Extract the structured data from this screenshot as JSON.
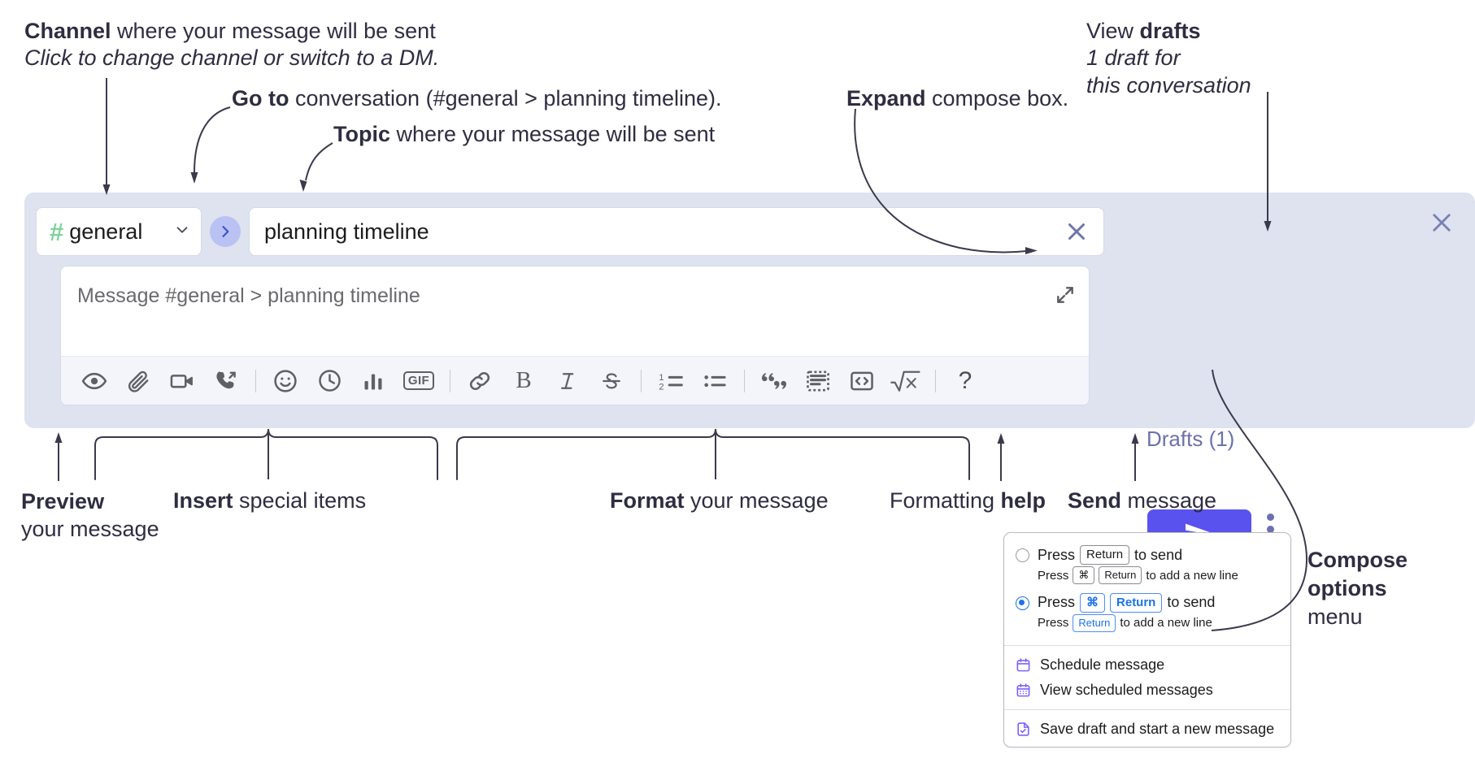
{
  "annotations": {
    "channel": {
      "bold": "Channel",
      "rest": " where your message will be sent",
      "italic": "Click to change channel or switch to a DM."
    },
    "goto": {
      "bold": "Go to",
      "rest": " conversation (#general > planning timeline)."
    },
    "topic": {
      "bold": "Topic",
      "rest": " where your message will be sent"
    },
    "expand": {
      "bold": "Expand",
      "rest": " compose box."
    },
    "drafts": {
      "lead": "View ",
      "bold": "drafts",
      "italic1": "1 draft for",
      "italic2": "this conversation"
    },
    "preview": {
      "bold": "Preview",
      "rest": "your message"
    },
    "insert": {
      "bold": "Insert",
      "rest": " special items"
    },
    "format": {
      "bold": "Format",
      "rest": " your message"
    },
    "help": {
      "lead": "Formatting ",
      "bold": "help"
    },
    "send": {
      "bold": "Send",
      "rest": " message"
    },
    "compose_options": {
      "bold1": "Compose",
      "bold2": "options",
      "rest": "menu"
    }
  },
  "compose": {
    "channel": {
      "name": "general",
      "hash_icon": "hash-icon",
      "chevron_icon": "chevron-down-icon"
    },
    "goto_button": {
      "icon": "chevron-right-icon"
    },
    "topic": {
      "value": "planning timeline",
      "clear_icon": "close-icon"
    },
    "message": {
      "placeholder": "Message #general > planning timeline",
      "value": "",
      "expand_icon": "expand-diagonal-icon"
    },
    "toolbar": [
      {
        "name": "preview-icon",
        "label": "Preview"
      },
      {
        "name": "attachment-icon",
        "label": "Attach file"
      },
      {
        "name": "video-icon",
        "label": "Record video clip"
      },
      {
        "name": "audio-call-icon",
        "label": "Record audio clip"
      },
      {
        "name": "divider-1",
        "label": ""
      },
      {
        "name": "emoji-icon",
        "label": "Emoji"
      },
      {
        "name": "clock-icon",
        "label": "Reminder"
      },
      {
        "name": "poll-icon",
        "label": "Poll"
      },
      {
        "name": "gif-icon",
        "label": "GIF"
      },
      {
        "name": "divider-2",
        "label": ""
      },
      {
        "name": "link-icon",
        "label": "Link"
      },
      {
        "name": "bold-icon",
        "label": "B"
      },
      {
        "name": "italic-icon",
        "label": "I"
      },
      {
        "name": "strikethrough-icon",
        "label": "S"
      },
      {
        "name": "divider-3",
        "label": ""
      },
      {
        "name": "ordered-list-icon",
        "label": "Ordered list"
      },
      {
        "name": "bulleted-list-icon",
        "label": "Bulleted list"
      },
      {
        "name": "divider-4",
        "label": ""
      },
      {
        "name": "blockquote-icon",
        "label": "Blockquote"
      },
      {
        "name": "code-block-icon",
        "label": "Code block"
      },
      {
        "name": "code-icon",
        "label": "Code"
      },
      {
        "name": "math-icon",
        "label": "Math"
      },
      {
        "name": "divider-5",
        "label": ""
      },
      {
        "name": "help-icon",
        "label": "?"
      }
    ],
    "rail": {
      "close_icon": "close-icon",
      "drafts_label": "Drafts (1)",
      "send_icon": "send-paperplane-icon",
      "kebab_icon": "more-options-vertical-icon"
    }
  },
  "popup": {
    "option1": {
      "selected": false,
      "press": "Press",
      "key": "Return",
      "tail": "to send",
      "sub_press": "Press",
      "sub_key1": "⌘",
      "sub_key2": "Return",
      "sub_tail": "to add a new line"
    },
    "option2": {
      "selected": true,
      "press": "Press",
      "key1": "⌘",
      "key2": "Return",
      "tail": "to send",
      "sub_press": "Press",
      "sub_key": "Return",
      "sub_tail": "to add a new line"
    },
    "items": [
      {
        "icon": "calendar-icon",
        "label": "Schedule message"
      },
      {
        "icon": "calendar-grid-icon",
        "label": "View scheduled messages"
      },
      {
        "icon": "save-draft-icon",
        "label": "Save draft and start a new message"
      }
    ]
  },
  "colors": {
    "panel_bg": "#dfe2ef",
    "accent_purple": "#5a52ee",
    "drafts_text": "#6b71ad",
    "hash_green": "#7ed39a",
    "goto_bg": "#b9c2f2",
    "menu_icon_purple": "#7b61ff",
    "radio_blue": "#1a73e8"
  }
}
